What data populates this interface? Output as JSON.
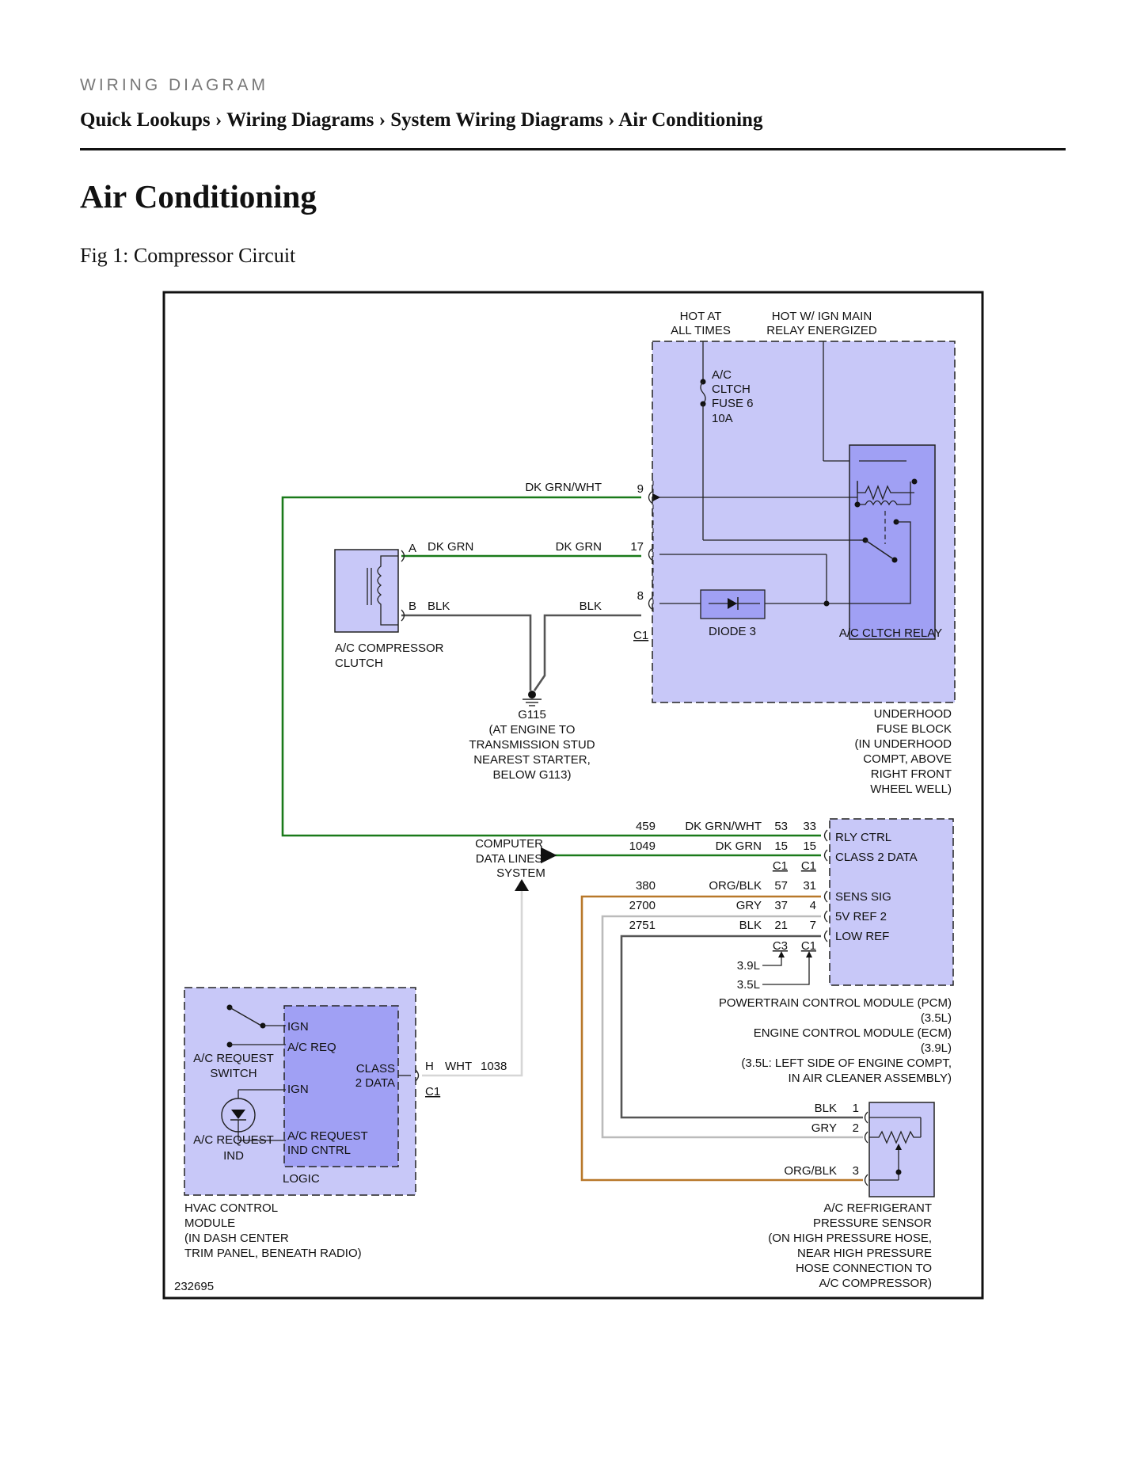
{
  "header": {
    "kicker": "WIRING DIAGRAM",
    "breadcrumbs": [
      "Quick Lookups",
      "Wiring Diagrams",
      "System Wiring Diagrams",
      "Air Conditioning"
    ],
    "separator": "›"
  },
  "page_title": "Air Conditioning",
  "figure_caption": "Fig 1: Compressor Circuit",
  "diagram": {
    "figure_id": "232695",
    "colors": {
      "module_fill": "#c8c8f8",
      "inner_fill": "#a0a0f4",
      "dk_grn": "#1a7a1a",
      "blk": "#555555",
      "gry": "#bbbbbb",
      "org_blk": "#b8782a",
      "wht": "#d6d6d6"
    },
    "power": {
      "hot_at_all_times": [
        "HOT AT",
        "ALL TIMES"
      ],
      "hot_ign": [
        "HOT W/ IGN MAIN",
        "RELAY ENERGIZED"
      ]
    },
    "fuse": [
      "A/C",
      "CLTCH",
      "FUSE 6",
      "10A"
    ],
    "fuse_block": {
      "label": [
        "UNDERHOOD",
        "FUSE BLOCK",
        "(IN UNDERHOOD",
        "COMPT, ABOVE",
        "RIGHT FRONT",
        "WHEEL WELL)"
      ],
      "relay_label": "A/C CLTCH RELAY",
      "diode_label": "DIODE 3",
      "connector": "C1",
      "pins": {
        "p9": "9",
        "p17": "17",
        "p8": "8"
      }
    },
    "compressor": {
      "label": [
        "A/C COMPRESSOR",
        "CLUTCH"
      ],
      "pin_a": "A",
      "pin_b": "B"
    },
    "wires": {
      "dk_grn_wht": "DK GRN/WHT",
      "dk_grn": "DK GRN",
      "blk": "BLK",
      "org_blk": "ORG/BLK",
      "gry": "GRY",
      "wht": "WHT"
    },
    "ground": {
      "label": [
        "G115",
        "(AT ENGINE TO",
        "TRANSMISSION STUD",
        "NEAREST STARTER,",
        "BELOW G113)"
      ]
    },
    "computer_data": [
      "COMPUTER",
      "DATA LINES",
      "SYSTEM"
    ],
    "pcm": {
      "rows": [
        {
          "circuit": "459",
          "color": "DK GRN/WHT",
          "pin1": "53",
          "pin2": "33",
          "func": "RLY CTRL"
        },
        {
          "circuit": "1049",
          "color": "DK GRN",
          "pin1": "15",
          "pin2": "15",
          "func": "CLASS 2 DATA"
        },
        {
          "circuit": "380",
          "color": "ORG/BLK",
          "pin1": "57",
          "pin2": "31",
          "func": "SENS SIG"
        },
        {
          "circuit": "2700",
          "color": "GRY",
          "pin1": "37",
          "pin2": "4",
          "func": "5V REF 2"
        },
        {
          "circuit": "2751",
          "color": "BLK",
          "pin1": "21",
          "pin2": "7",
          "func": "LOW REF"
        }
      ],
      "connectors_top": [
        "C1",
        "C1"
      ],
      "connectors_bottom": [
        "C3",
        "C1"
      ],
      "engines": [
        "3.9L",
        "3.5L"
      ],
      "label": [
        "POWERTRAIN CONTROL MODULE (PCM)",
        "(3.5L)",
        "ENGINE CONTROL MODULE (ECM)",
        "(3.9L)",
        "(3.5L: LEFT SIDE OF ENGINE COMPT,",
        "IN AIR CLEANER ASSEMBLY)"
      ]
    },
    "hvac": {
      "inputs": [
        "IGN",
        "A/C REQ",
        "IGN"
      ],
      "output": [
        "A/C REQUEST",
        "IND CNTRL"
      ],
      "class2": [
        "CLASS",
        "2 DATA"
      ],
      "logic": "LOGIC",
      "switch_label": [
        "A/C REQUEST",
        "SWITCH"
      ],
      "ind_label": [
        "A/C REQUEST",
        "IND"
      ],
      "pin_h": "H",
      "connector": "C1",
      "circuit": "1038",
      "label": [
        "HVAC CONTROL",
        "MODULE",
        "(IN DASH CENTER",
        "TRIM PANEL, BENEATH RADIO)"
      ]
    },
    "sensor": {
      "pins": [
        {
          "color": "BLK",
          "pin": "1"
        },
        {
          "color": "GRY",
          "pin": "2"
        },
        {
          "color": "ORG/BLK",
          "pin": "3"
        }
      ],
      "label": [
        "A/C REFRIGERANT",
        "PRESSURE SENSOR",
        "(ON HIGH PRESSURE HOSE,",
        "NEAR HIGH PRESSURE",
        "HOSE CONNECTION TO",
        "A/C COMPRESSOR)"
      ]
    }
  }
}
